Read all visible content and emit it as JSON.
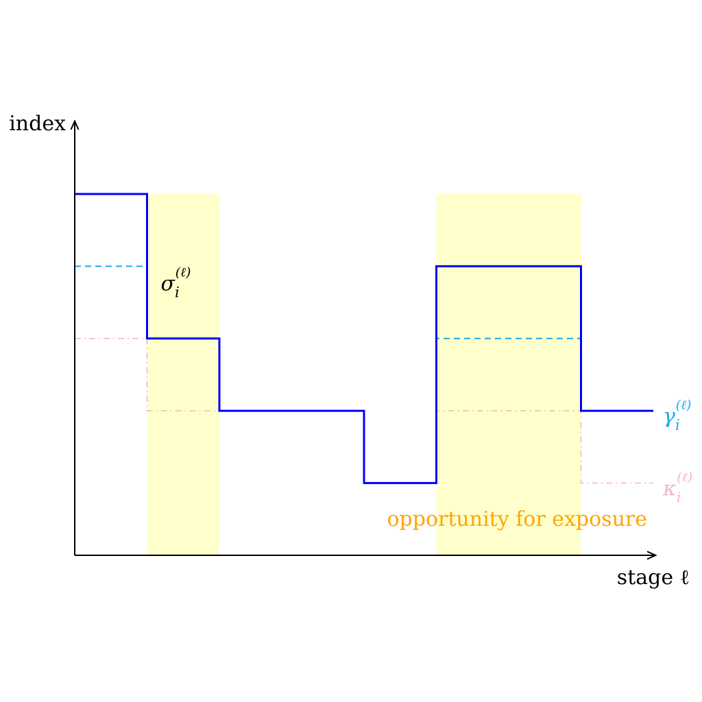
{
  "chart_data": {
    "type": "line",
    "step": true,
    "xlabel": "stage ℓ",
    "ylabel": "index",
    "xlim": [
      0,
      8
    ],
    "ylim": [
      0,
      5
    ],
    "grid": false,
    "highlight_regions": [
      {
        "x": [
          1,
          2
        ],
        "label": ""
      },
      {
        "x": [
          5,
          7
        ],
        "label": "opportunity for exposure"
      }
    ],
    "highlight_label": "opportunity for exposure",
    "series": [
      {
        "name": "σ_i^(ℓ)",
        "label_base": "σ",
        "label_sub": "i",
        "label_sup": "(ℓ)",
        "style": "solid",
        "color": "#0000ff",
        "x": [
          0,
          1,
          1,
          2,
          2,
          4,
          4,
          5,
          5,
          7,
          7,
          8
        ],
        "y": [
          5,
          5,
          3,
          3,
          2,
          2,
          1,
          1,
          4,
          4,
          2,
          2
        ]
      },
      {
        "name": "γ_i^(ℓ)",
        "label_base": "γ",
        "label_sub": "i",
        "label_sup": "(ℓ)",
        "style": "dashed",
        "color": "#1ca8e8",
        "x": [
          0,
          1,
          1,
          2,
          2,
          4,
          4,
          5,
          5,
          7,
          7,
          8
        ],
        "y": [
          4,
          4,
          3,
          3,
          2,
          2,
          1,
          1,
          3,
          3,
          2,
          2
        ]
      },
      {
        "name": "κ_i^(ℓ)",
        "label_base": "κ",
        "label_sub": "i",
        "label_sup": "(ℓ)",
        "style": "dashdot",
        "color": "#f4b6c2",
        "x": [
          0,
          1,
          1,
          2,
          2,
          4,
          4,
          5,
          5,
          7,
          7,
          8
        ],
        "y": [
          3,
          3,
          2,
          2,
          2,
          2,
          1,
          1,
          2,
          2,
          1,
          1
        ]
      }
    ],
    "colors": {
      "axis": "#000000",
      "highlight": "#ffffcc",
      "highlight_label": "#ffa500"
    }
  }
}
